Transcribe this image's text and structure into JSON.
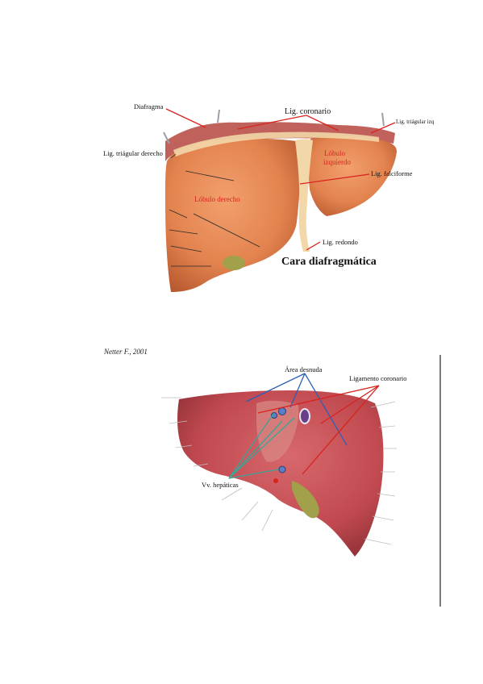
{
  "figure_top": {
    "labels": {
      "diafragma": "Diafragma",
      "lig_coronario": "Lig. coronario",
      "lig_triangular_izq": "Lig. triágular izq",
      "lig_triangular_derecho": "Lig. triágular derecho",
      "lobulo_izquierdo_line1": "Lóbulo",
      "lobulo_izquierdo_line2": "izquierdo",
      "lig_falciforme": "Lig. falciforme",
      "lobulo_derecho": "Lóbulo derecho",
      "lig_redondo": "Lig. redondo",
      "cara_diafragmatica": "Cara diafragmática"
    }
  },
  "citation": "Netter F., 2001",
  "figure_bottom": {
    "labels": {
      "area_desnuda": "Área desnuda",
      "ligamento_coronario": "Ligamento coronario",
      "vv_hepaticas": "Vv. hepáticas"
    }
  },
  "colors": {
    "liver_top": "#e58a55",
    "liver_top_dark": "#c8663a",
    "liver_bottom": "#c9545a",
    "liver_bottom_dark": "#a63a42",
    "ligament": "#f2d7a8",
    "gallbladder": "#a2a04a",
    "leader_red": "#d8231f",
    "leader_blue": "#2c5fb8",
    "leader_teal": "#3aa596"
  }
}
